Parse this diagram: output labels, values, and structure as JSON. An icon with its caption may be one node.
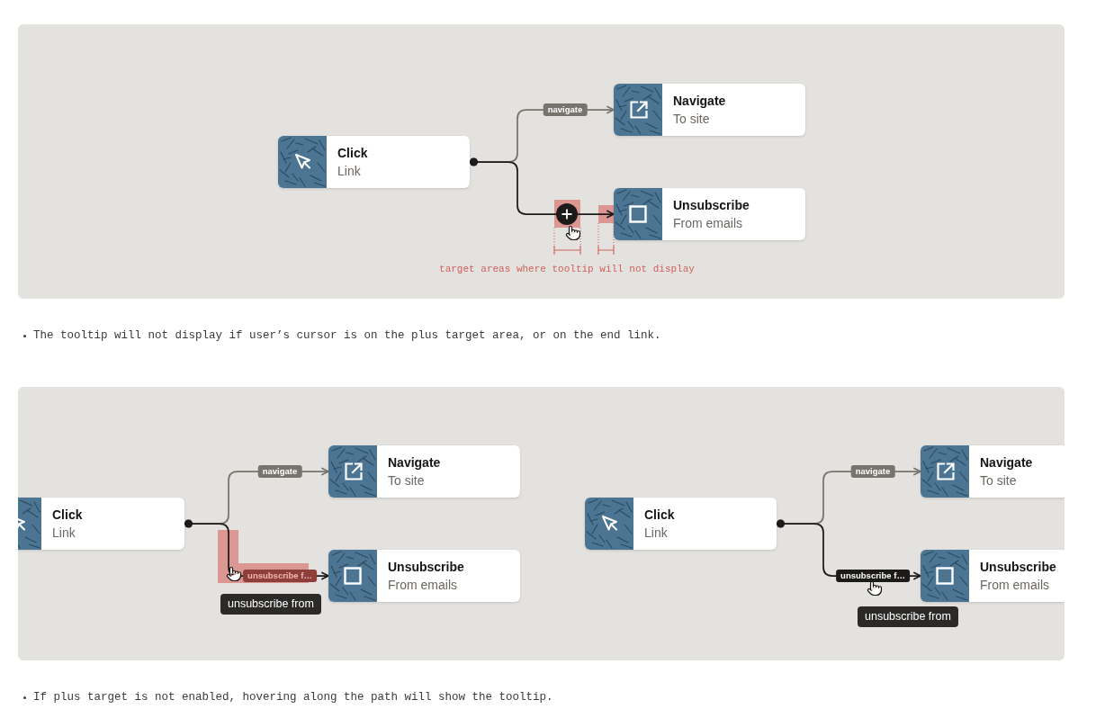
{
  "diagram": {
    "nodes": [
      {
        "text": [],
        "shape": "box"
      },
      {
        "text": [
          "Click",
          "Link"
        ],
        "in": 0
      },
      {
        "text": [
          "Navigate",
          "To site"
        ],
        "in": 0
      },
      {
        "text": [
          "Unsubscribe",
          "From emails"
        ],
        "in": 0
      },
      {
        "text": [],
        "shape": "circle",
        "in": 0
      },
      {
        "text": [],
        "shape": "box"
      },
      {
        "text": [
          "Click",
          "Link"
        ],
        "in": 5
      },
      {
        "text": [
          "Navigate",
          "To site"
        ],
        "in": 5
      },
      {
        "text": [
          "Unsubscribe",
          "From emails"
        ],
        "in": 5
      },
      {
        "text": [
          "unsubscribe from"
        ],
        "in": 5
      },
      {
        "text": [
          "Click",
          "Link"
        ],
        "in": 5
      },
      {
        "text": [
          "Navigate",
          "To site"
        ],
        "in": 5
      },
      {
        "text": [
          "Unsubscribe",
          "From emails"
        ],
        "in": 5
      },
      {
        "text": [
          "unsubscribe from"
        ],
        "in": 5
      }
    ],
    "edges": [
      {
        "from": 1,
        "to": 2,
        "arrow": "to",
        "label": "navigate",
        "color": "#79736e"
      },
      {
        "from": 1,
        "to": 4,
        "arrow": "other"
      },
      {
        "from": 4,
        "to": 3,
        "arrow": "to"
      },
      {
        "from": 6,
        "to": 7,
        "arrow": "to",
        "label": "navigate",
        "color": "#79736e"
      },
      {
        "from": 6,
        "to": 8,
        "arrow": "to",
        "label": "unsubscribe f…"
      },
      {
        "from": 10,
        "to": 11,
        "arrow": "to",
        "label": "navigate",
        "color": "#79736e"
      },
      {
        "from": 10,
        "to": 12,
        "arrow": "to",
        "label": "unsubscribe f…"
      }
    ],
    "labels": [
      "target areas where tooltip will not display",
      "The tooltip will not display if user’s cursor is on the plus target area, or on the end link.",
      "If plus target is not enabled, hovering along the path will show the tooltip."
    ]
  }
}
